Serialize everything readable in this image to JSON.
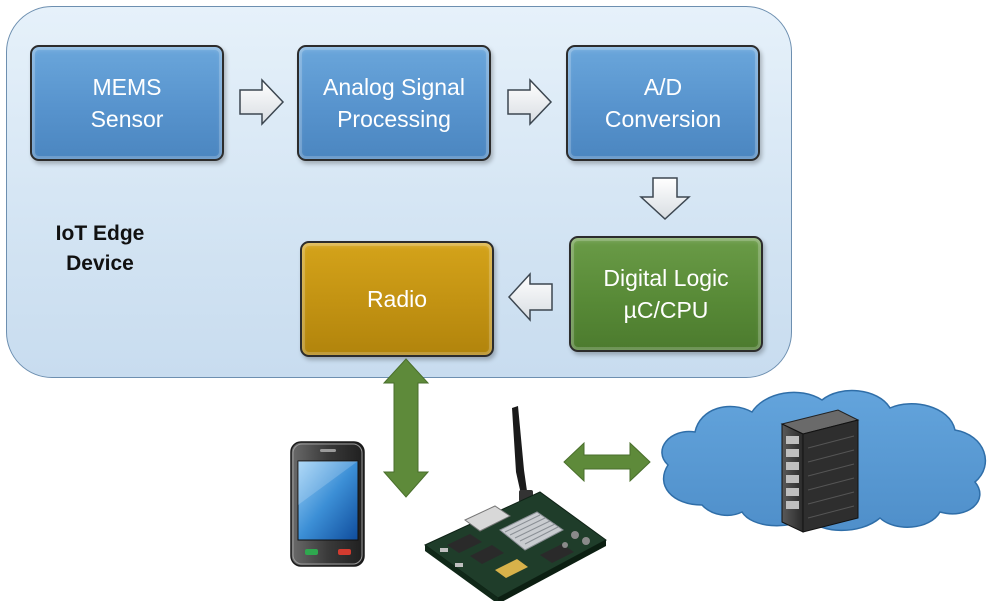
{
  "device": {
    "label": "IoT Edge\nDevice"
  },
  "blocks": {
    "mems": "MEMS\nSensor",
    "asp": "Analog Signal\nProcessing",
    "ad": "A/D\nConversion",
    "digital": "Digital Logic\nµC/CPU",
    "radio": "Radio"
  },
  "icons": {
    "phone": "smartphone-icon",
    "board": "wireless-board-icon",
    "cloud": "cloud-icon",
    "server": "server-rack-icon"
  },
  "colors": {
    "panel_fill": "#d3e4f3",
    "panel_border": "#6d8fb0",
    "block_blue": "#5793cd",
    "block_gold": "#c29212",
    "block_green": "#588a37",
    "link_arrow": "#5e8a3a",
    "cloud_fill": "#5b9bd5"
  }
}
